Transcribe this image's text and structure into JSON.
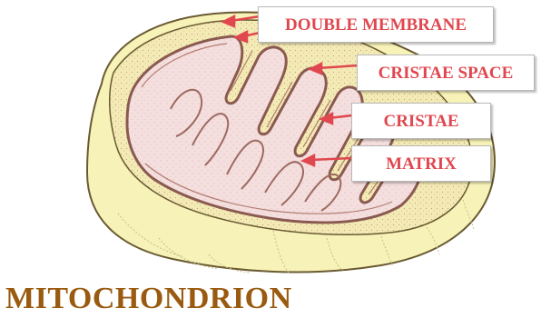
{
  "title": "MITOCHONDRION",
  "colors": {
    "label_text": "#e0474f",
    "arrow": "#e0474f",
    "title_text": "#9a5a10",
    "outer_membrane_fill": "#f4f0b4",
    "outer_membrane_stroke": "#6a5a32",
    "matrix_fill": "#f3dcdc",
    "cristae_stroke": "#8a5a50",
    "intermembrane_fill": "#f2e7b2"
  },
  "labels": [
    {
      "id": "double-membrane",
      "text": "DOUBLE MEMBRANE"
    },
    {
      "id": "cristae-space",
      "text": "CRISTAE SPACE"
    },
    {
      "id": "cristae",
      "text": "CRISTAE"
    },
    {
      "id": "matrix",
      "text": "MATRIX"
    }
  ]
}
